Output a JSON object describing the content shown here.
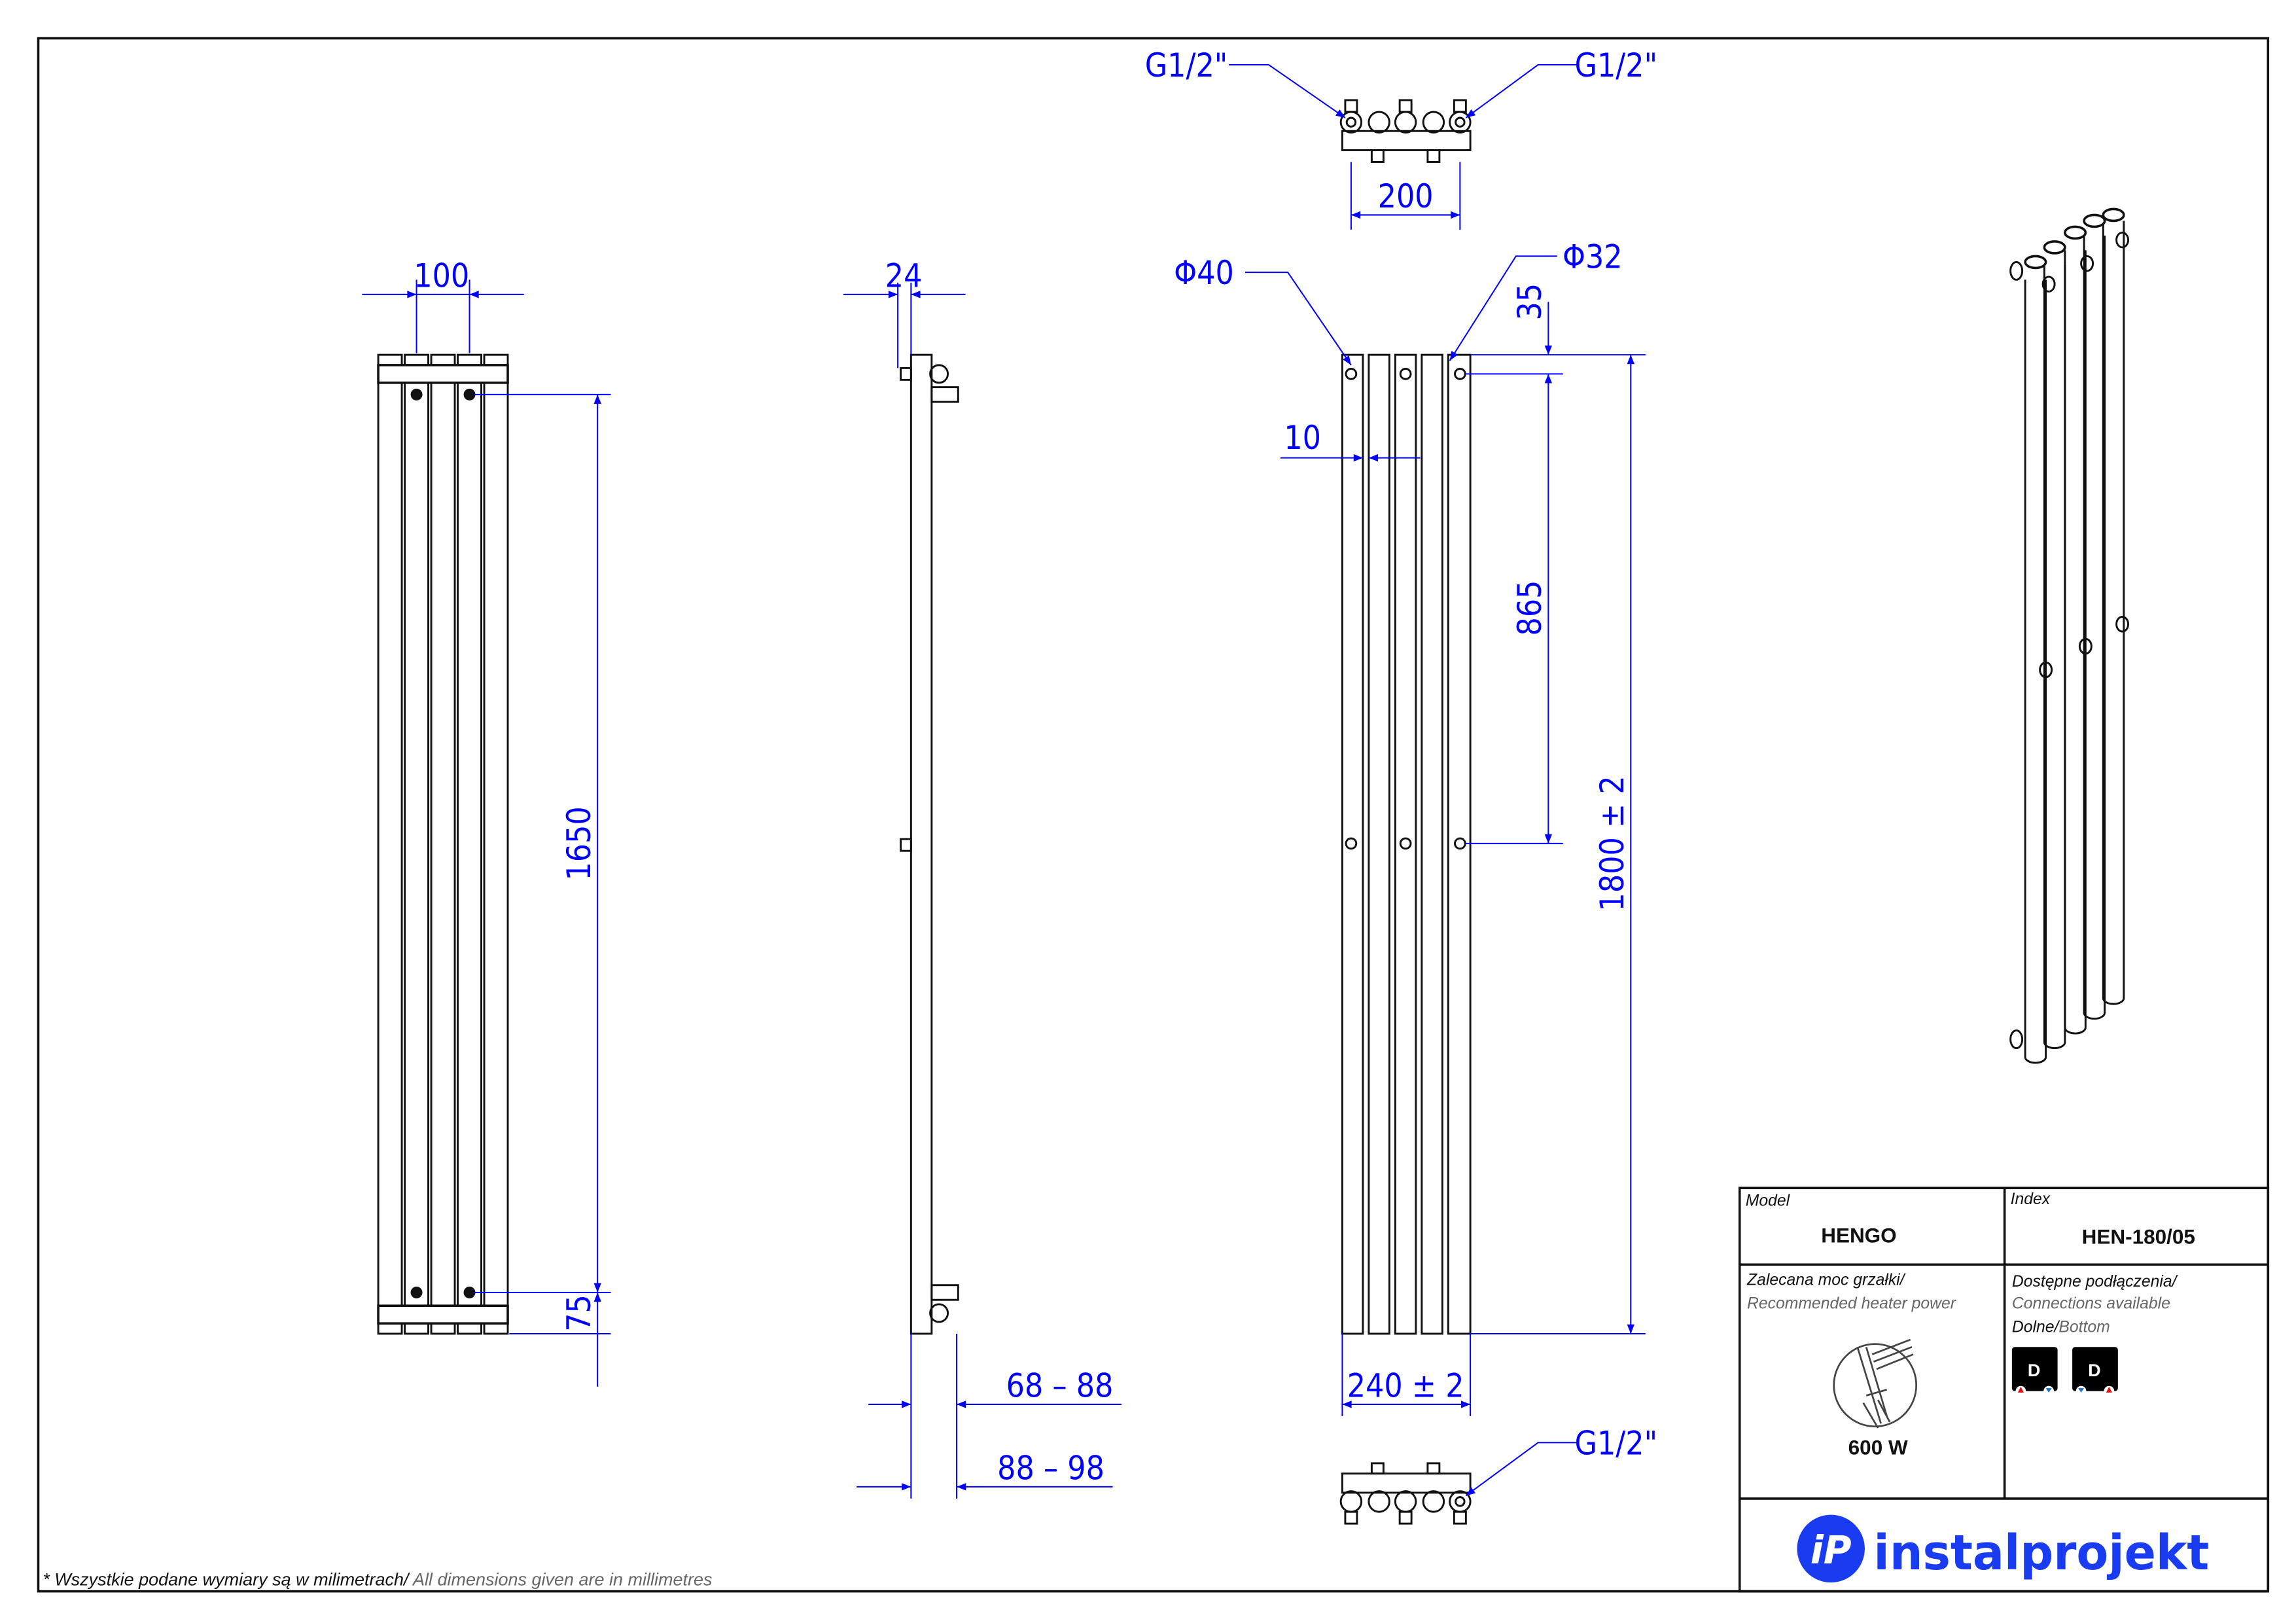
{
  "dimensions": {
    "front_width": "100",
    "front_axis": "1650",
    "front_bottom": "75",
    "side_depth": "24",
    "side_wall_1": "68 – 88",
    "side_wall_2": "88 – 98",
    "top_connection_left": "G1/2\"",
    "top_connection_right": "G1/2\"",
    "top_spacing": "200",
    "tube_outer": "Φ40",
    "tube_inner": "Φ32",
    "top_offset": "35",
    "mid_spacing": "865",
    "height": "1800  ± 2",
    "gap": "10",
    "width": "240  ± 2",
    "bottom_connection": "G1/2\""
  },
  "title_block": {
    "model_label": "Model",
    "model_value": "HENGO",
    "index_label": "Index",
    "index_value": "HEN-180/05",
    "heater_label_pl": "Zalecana moc grzałki/",
    "heater_label_en": "Recommended heater power",
    "heater_value": "600 W",
    "connections_label_pl": "Dostępne podłączenia/",
    "connections_label_en": "Connections available",
    "connections_type_pl": "Dolne/",
    "connections_type_en": "Bottom",
    "connection_badges": [
      "D",
      "D"
    ],
    "logo_text": "instalprojekt",
    "logo_mark": "iP"
  },
  "footnote": {
    "pl": "* Wszystkie podane wymiary są w milimetrach/",
    "en": " All dimensions given are in millimetres"
  },
  "colors": {
    "dimension": "#0000ff",
    "brand": "#1a3cf0",
    "hot": "#e01010",
    "cold": "#1a6fd0"
  }
}
